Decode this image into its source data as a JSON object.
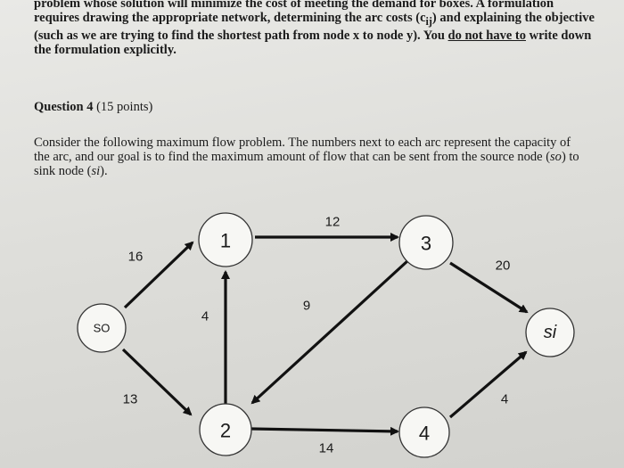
{
  "intro": {
    "part1": "problem whose solution will minimize the cost of meeting the demand for boxes. A formulation requires drawing the appropriate network, determining the arc costs (c",
    "sub_ij": "ij",
    "part2": ") and explaining the objective (such as we are trying to find the shortest path from node x to node y). You ",
    "underlined": "do not have to",
    "part3": " write down the formulation explicitly."
  },
  "question": {
    "title": "Question 4",
    "points": "(15 points)",
    "text_a": "Consider the following maximum flow problem. The numbers next to each arc represent the capacity of the arc, and our goal is to find the maximum amount of flow that can be sent from the source node (",
    "so": "so",
    "text_b": ") to sink node (",
    "si": "si",
    "text_c": ")."
  },
  "network": {
    "nodes": [
      {
        "id": "so",
        "label": "SO"
      },
      {
        "id": "1",
        "label": "1"
      },
      {
        "id": "2",
        "label": "2"
      },
      {
        "id": "3",
        "label": "3"
      },
      {
        "id": "4",
        "label": "4"
      },
      {
        "id": "si",
        "label": "si"
      }
    ],
    "arcs": [
      {
        "from": "so",
        "to": "1",
        "capacity": "16"
      },
      {
        "from": "so",
        "to": "2",
        "capacity": "13"
      },
      {
        "from": "2",
        "to": "1",
        "capacity": "4"
      },
      {
        "from": "1",
        "to": "3",
        "capacity": "12"
      },
      {
        "from": "3",
        "to": "2",
        "capacity": "9"
      },
      {
        "from": "2",
        "to": "4",
        "capacity": "14"
      },
      {
        "from": "3",
        "to": "si",
        "capacity": "20"
      },
      {
        "from": "4",
        "to": "si",
        "capacity": "4"
      }
    ]
  }
}
